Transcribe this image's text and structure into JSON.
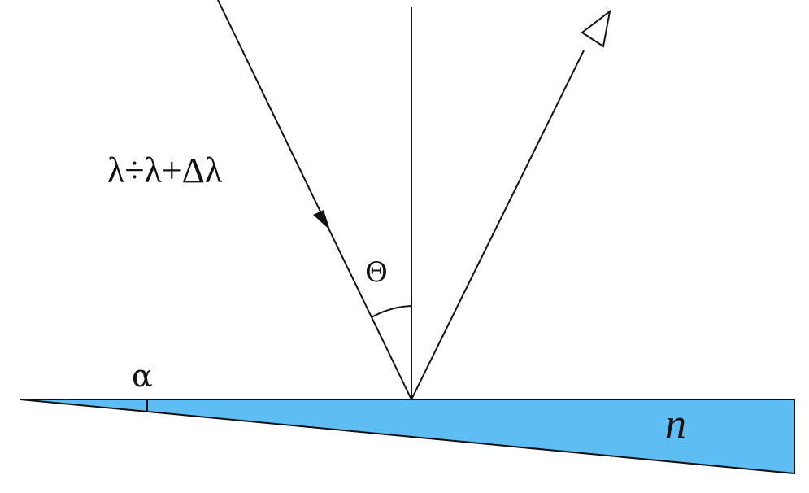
{
  "colors": {
    "wedge_fill": "#5ebdf2",
    "stroke": "#111111",
    "background": "#ffffff"
  },
  "labels": {
    "wavelength": "λ÷λ+Δλ",
    "angle": "Θ",
    "wedge_angle": "α",
    "refractive_index": "n"
  }
}
